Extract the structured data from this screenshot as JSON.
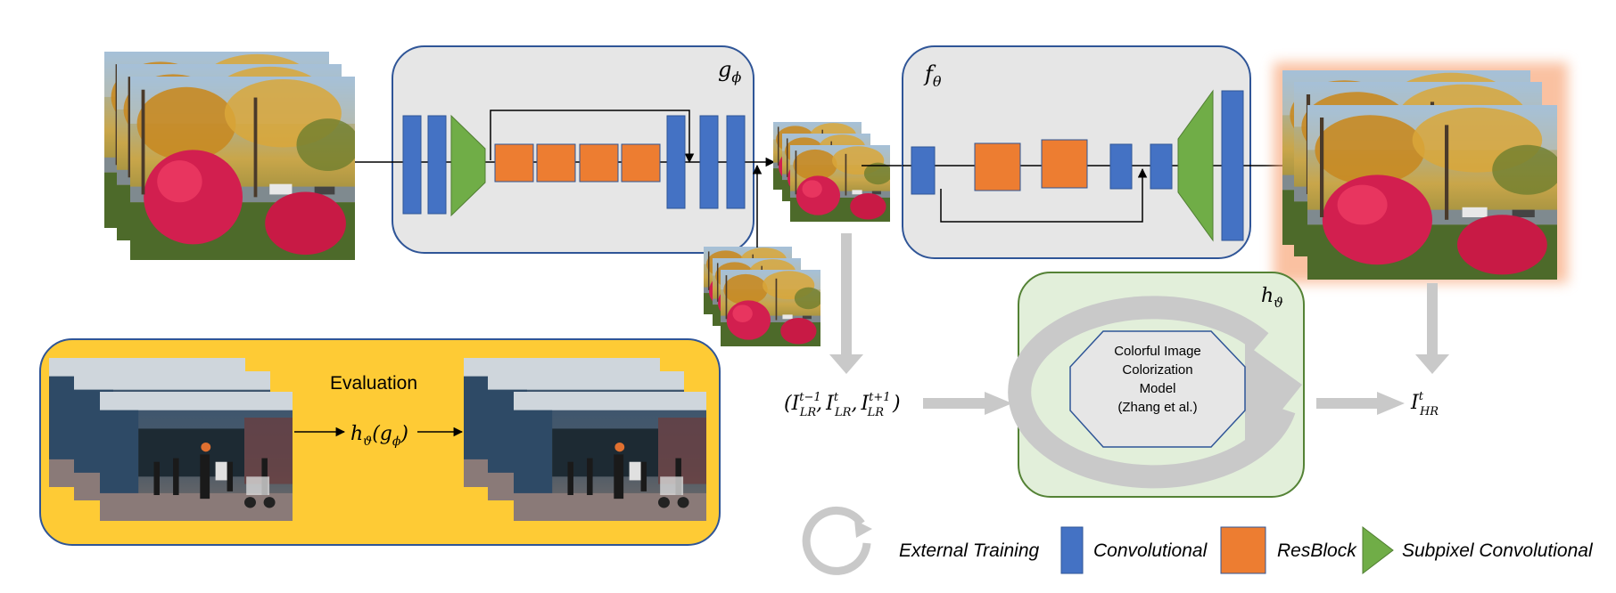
{
  "generator": {
    "label": "g",
    "label_sub": "ϕ"
  },
  "refiner": {
    "label": "f",
    "label_sub": "θ"
  },
  "colorizer": {
    "label": "h",
    "label_sub": "ϑ",
    "model_lines": [
      "Colorful Image",
      "Colorization",
      "Model",
      "(Zhang et al.)"
    ]
  },
  "input_triplet": {
    "open": "(",
    "t1_base": "I",
    "t1_sup": "t−1",
    "t1_sub": "LR",
    "sep1": ",",
    "t2_base": "I",
    "t2_sup": "t",
    "t2_sub": "LR",
    "sep2": ",",
    "t3_base": "I",
    "t3_sup": "t+1",
    "t3_sub": "LR",
    "close": ")"
  },
  "output": {
    "base": "I",
    "sup": "t",
    "sub": "HR"
  },
  "evaluation": {
    "title": "Evaluation",
    "fn_h": "h",
    "fn_h_sub": "ϑ",
    "fn_open": "(",
    "fn_g": "g",
    "fn_g_sub": "ϕ",
    "fn_close": ")",
    "box_color": "#FECB35"
  },
  "legend": {
    "external_training": "External Training",
    "convolutional": "Convolutional",
    "resblock": "ResBlock",
    "subpixel": "Subpixel Convolutional"
  },
  "colors": {
    "conv": "#4472C4",
    "resblock": "#ED7D31",
    "subpixel": "#70AD47",
    "panel": "#E6E6E6",
    "panel_border": "#2F5597",
    "green_panel": "#E2EFDA",
    "green_border": "#548235",
    "arrow_gray": "#C9C9C9",
    "glow": "#F8A070"
  }
}
